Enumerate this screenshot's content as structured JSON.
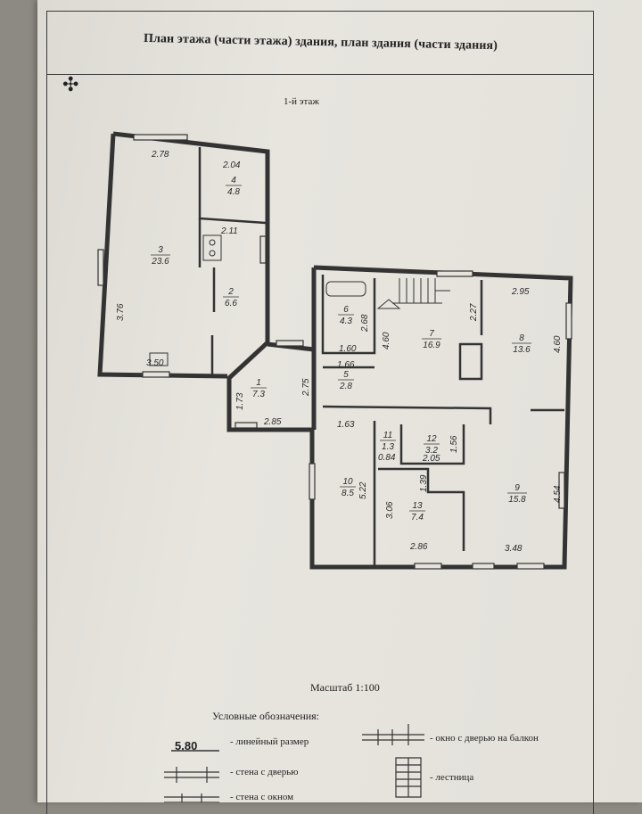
{
  "header": {
    "title": "План этажа (части этажа) здания, план здания (части здания)",
    "floor": "1-й этаж"
  },
  "compass_icon": "compass-rose-icon",
  "rooms": [
    {
      "id": "r1",
      "number": "1",
      "area": "7.3"
    },
    {
      "id": "r2",
      "number": "2",
      "area": "6.6"
    },
    {
      "id": "r3",
      "number": "3",
      "area": "23.6"
    },
    {
      "id": "r4",
      "number": "4",
      "area": "4.8"
    },
    {
      "id": "r5",
      "number": "5",
      "area": "2.8"
    },
    {
      "id": "r6",
      "number": "6",
      "area": "4.3"
    },
    {
      "id": "r7",
      "number": "7",
      "area": "16.9"
    },
    {
      "id": "r8",
      "number": "8",
      "area": "13.6"
    },
    {
      "id": "r9",
      "number": "9",
      "area": "15.8"
    },
    {
      "id": "r10",
      "number": "10",
      "area": "8.5"
    },
    {
      "id": "r11",
      "number": "11",
      "area": "1.3"
    },
    {
      "id": "r12",
      "number": "12",
      "area": "3.2"
    },
    {
      "id": "r13",
      "number": "13",
      "area": "7.4"
    }
  ],
  "dimensions": [
    "2.78",
    "2.04",
    "2.11",
    "3.76",
    "3.50",
    "2.68",
    "2.27",
    "2.95",
    "4.60",
    "4.60",
    "1.60",
    "1.66",
    "1.73",
    "2.75",
    "2.85",
    "1.63",
    "0.84",
    "2.05",
    "1.56",
    "5.22",
    "1.39",
    "3.06",
    "2.86",
    "3.48",
    "4.54"
  ],
  "footer": {
    "scale": "Масштаб 1:100",
    "legend_title": "Условные обозначения:",
    "legend": [
      {
        "sample": "5.80",
        "label": "- линейный размер"
      },
      {
        "label": "- стена с дверью"
      },
      {
        "label": "- стена с окном"
      },
      {
        "label": "- окно с дверью на балкон"
      },
      {
        "label": "- лестница"
      }
    ]
  }
}
